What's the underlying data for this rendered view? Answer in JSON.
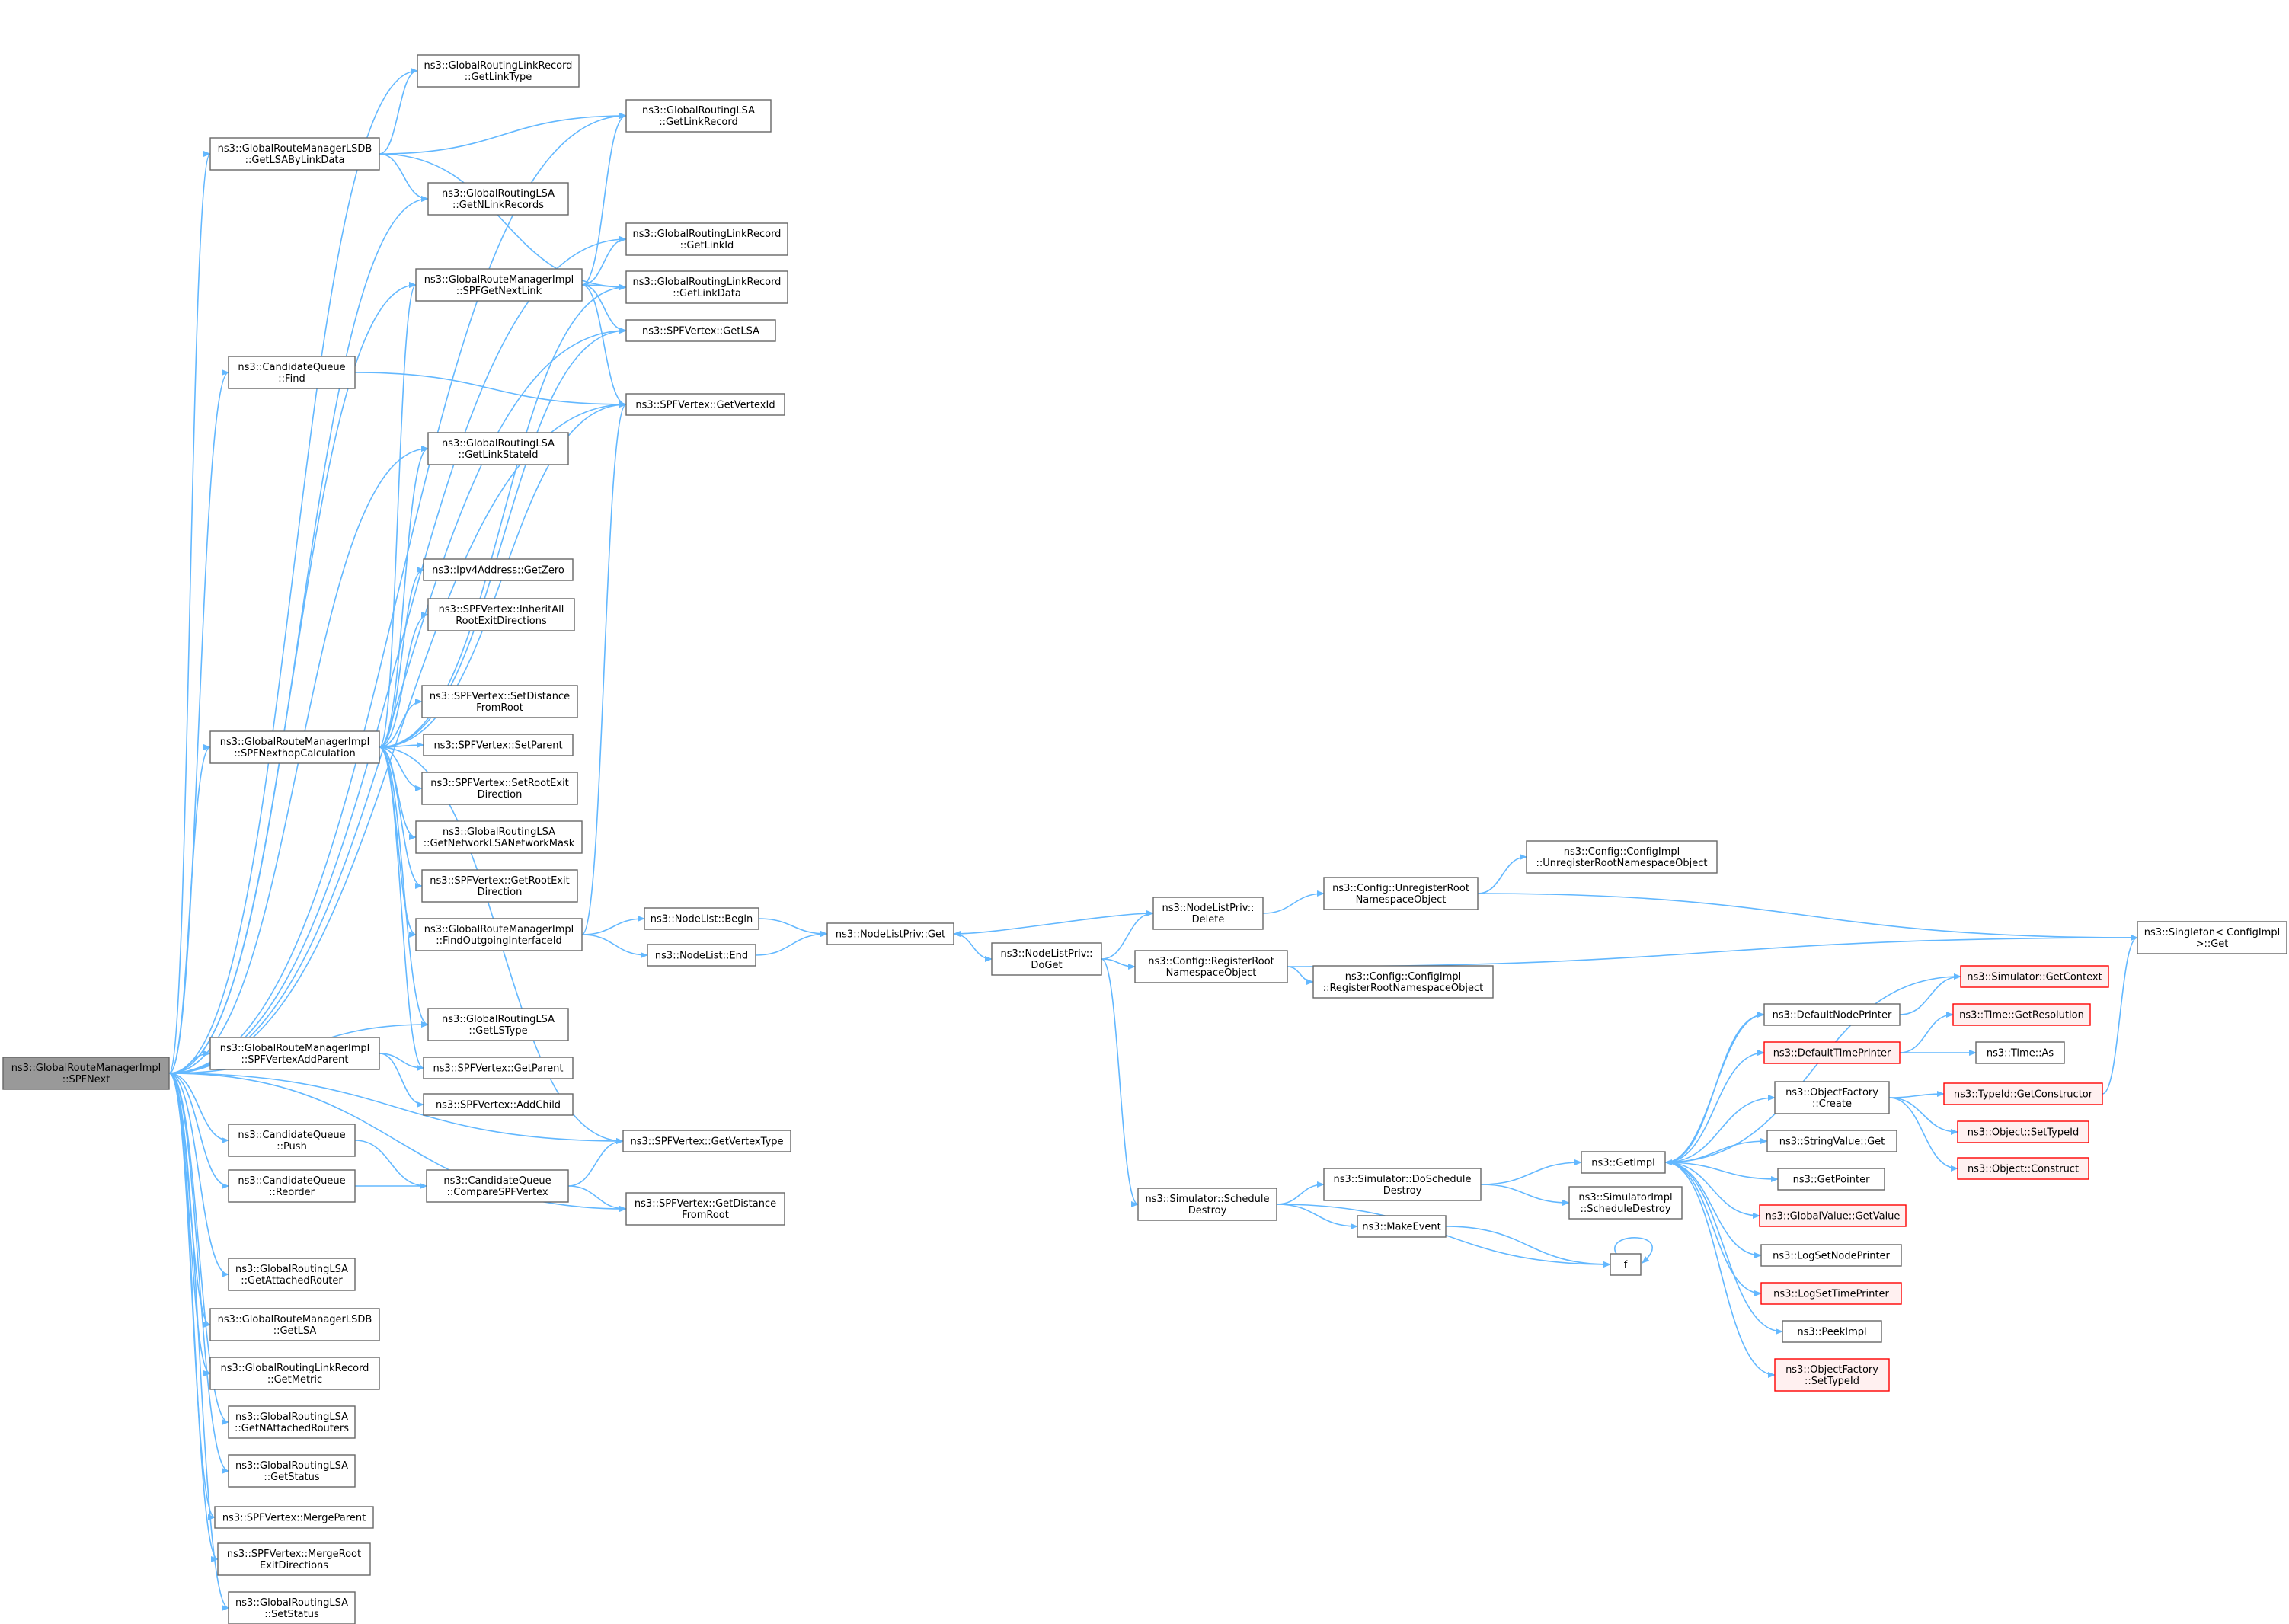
{
  "graph": {
    "colors": {
      "edge": "#63b8ff",
      "node_border": "#666666",
      "root_fill": "#999999",
      "truncated_border": "#ff0000",
      "truncated_fill": "#fff0f0"
    },
    "nodes": [
      {
        "id": "root",
        "lines": [
          "ns3::GlobalRouteManagerImpl",
          "::SPFNext"
        ],
        "style": "root"
      },
      {
        "id": "getLSAByLinkData",
        "lines": [
          "ns3::GlobalRouteManagerLSDB",
          "::GetLSAByLinkData"
        ]
      },
      {
        "id": "lr_getLinkType",
        "lines": [
          "ns3::GlobalRoutingLinkRecord",
          "::GetLinkType"
        ]
      },
      {
        "id": "lsa_getLinkRecord",
        "lines": [
          "ns3::GlobalRoutingLSA",
          "::GetLinkRecord"
        ]
      },
      {
        "id": "lsa_getNLinkRecords",
        "lines": [
          "ns3::GlobalRoutingLSA",
          "::GetNLinkRecords"
        ]
      },
      {
        "id": "lr_getLinkId",
        "lines": [
          "ns3::GlobalRoutingLinkRecord",
          "::GetLinkId"
        ]
      },
      {
        "id": "spfGetNextLink",
        "lines": [
          "ns3::GlobalRouteManagerImpl",
          "::SPFGetNextLink"
        ]
      },
      {
        "id": "lr_getLinkData",
        "lines": [
          "ns3::GlobalRoutingLinkRecord",
          "::GetLinkData"
        ]
      },
      {
        "id": "v_getLSA",
        "lines": [
          "ns3::SPFVertex::GetLSA"
        ]
      },
      {
        "id": "cq_find",
        "lines": [
          "ns3::CandidateQueue",
          "::Find"
        ]
      },
      {
        "id": "v_getVertexId",
        "lines": [
          "ns3::SPFVertex::GetVertexId"
        ]
      },
      {
        "id": "lsa_getLinkStateId",
        "lines": [
          "ns3::GlobalRoutingLSA",
          "::GetLinkStateId"
        ]
      },
      {
        "id": "ipv4_getZero",
        "lines": [
          "ns3::Ipv4Address::GetZero"
        ]
      },
      {
        "id": "v_inheritAll",
        "lines": [
          "ns3::SPFVertex::InheritAll",
          "RootExitDirections"
        ]
      },
      {
        "id": "v_setDistance",
        "lines": [
          "ns3::SPFVertex::SetDistance",
          "FromRoot"
        ]
      },
      {
        "id": "nexthop",
        "lines": [
          "ns3::GlobalRouteManagerImpl",
          "::SPFNexthopCalculation"
        ]
      },
      {
        "id": "v_setParent",
        "lines": [
          "ns3::SPFVertex::SetParent"
        ]
      },
      {
        "id": "v_setRootExit",
        "lines": [
          "ns3::SPFVertex::SetRootExit",
          "Direction"
        ]
      },
      {
        "id": "lsa_getNetMask",
        "lines": [
          "ns3::GlobalRoutingLSA",
          "::GetNetworkLSANetworkMask"
        ]
      },
      {
        "id": "v_getRootExit",
        "lines": [
          "ns3::SPFVertex::GetRootExit",
          "Direction"
        ]
      },
      {
        "id": "findOutIf",
        "lines": [
          "ns3::GlobalRouteManagerImpl",
          "::FindOutgoingInterfaceId"
        ]
      },
      {
        "id": "nl_begin",
        "lines": [
          "ns3::NodeList::Begin"
        ]
      },
      {
        "id": "nl_end",
        "lines": [
          "ns3::NodeList::End"
        ]
      },
      {
        "id": "nlp_get",
        "lines": [
          "ns3::NodeListPriv::Get"
        ]
      },
      {
        "id": "nlp_delete",
        "lines": [
          "ns3::NodeListPriv::",
          "Delete"
        ]
      },
      {
        "id": "nlp_doGet",
        "lines": [
          "ns3::NodeListPriv::",
          "DoGet"
        ]
      },
      {
        "id": "cfg_unreg",
        "lines": [
          "ns3::Config::UnregisterRoot",
          "NamespaceObject"
        ]
      },
      {
        "id": "cfgimpl_unreg",
        "lines": [
          "ns3::Config::ConfigImpl",
          "::UnregisterRootNamespaceObject"
        ]
      },
      {
        "id": "singleton_get",
        "lines": [
          "ns3::Singleton< ConfigImpl",
          ">::Get"
        ]
      },
      {
        "id": "cfg_reg",
        "lines": [
          "ns3::Config::RegisterRoot",
          "NamespaceObject"
        ]
      },
      {
        "id": "cfgimpl_reg",
        "lines": [
          "ns3::Config::ConfigImpl",
          "::RegisterRootNamespaceObject"
        ]
      },
      {
        "id": "lsa_getLSType",
        "lines": [
          "ns3::GlobalRoutingLSA",
          "::GetLSType"
        ]
      },
      {
        "id": "addParent",
        "lines": [
          "ns3::GlobalRouteManagerImpl",
          "::SPFVertexAddParent"
        ]
      },
      {
        "id": "v_getParent",
        "lines": [
          "ns3::SPFVertex::GetParent"
        ]
      },
      {
        "id": "v_addChild",
        "lines": [
          "ns3::SPFVertex::AddChild"
        ]
      },
      {
        "id": "cq_push",
        "lines": [
          "ns3::CandidateQueue",
          "::Push"
        ]
      },
      {
        "id": "v_getVertexType",
        "lines": [
          "ns3::SPFVertex::GetVertexType"
        ]
      },
      {
        "id": "cq_reorder",
        "lines": [
          "ns3::CandidateQueue",
          "::Reorder"
        ]
      },
      {
        "id": "cq_compare",
        "lines": [
          "ns3::CandidateQueue",
          "::CompareSPFVertex"
        ]
      },
      {
        "id": "v_getDistance",
        "lines": [
          "ns3::SPFVertex::GetDistance",
          "FromRoot"
        ]
      },
      {
        "id": "sim_schedDestroy",
        "lines": [
          "ns3::Simulator::Schedule",
          "Destroy"
        ]
      },
      {
        "id": "sim_doSchedDestroy",
        "lines": [
          "ns3::Simulator::DoSchedule",
          "Destroy"
        ]
      },
      {
        "id": "makeEvent",
        "lines": [
          "ns3::MakeEvent"
        ]
      },
      {
        "id": "f",
        "lines": [
          "f"
        ]
      },
      {
        "id": "getImpl",
        "lines": [
          "ns3::GetImpl"
        ]
      },
      {
        "id": "simimpl_schedDestroy",
        "lines": [
          "ns3::SimulatorImpl",
          "::ScheduleDestroy"
        ]
      },
      {
        "id": "defNodePrinter",
        "lines": [
          "ns3::DefaultNodePrinter"
        ]
      },
      {
        "id": "defTimePrinter",
        "lines": [
          "ns3::DefaultTimePrinter"
        ],
        "style": "trunc"
      },
      {
        "id": "sim_getContext",
        "lines": [
          "ns3::Simulator::GetContext"
        ],
        "style": "trunc"
      },
      {
        "id": "time_getRes",
        "lines": [
          "ns3::Time::GetResolution"
        ],
        "style": "trunc"
      },
      {
        "id": "time_as",
        "lines": [
          "ns3::Time::As"
        ]
      },
      {
        "id": "objFactory_create",
        "lines": [
          "ns3::ObjectFactory",
          "::Create"
        ]
      },
      {
        "id": "typeid_getCtor",
        "lines": [
          "ns3::TypeId::GetConstructor"
        ],
        "style": "trunc"
      },
      {
        "id": "obj_setTypeId",
        "lines": [
          "ns3::Object::SetTypeId"
        ],
        "style": "trunc"
      },
      {
        "id": "obj_construct",
        "lines": [
          "ns3::Object::Construct"
        ],
        "style": "trunc"
      },
      {
        "id": "stringValue_get",
        "lines": [
          "ns3::StringValue::Get"
        ]
      },
      {
        "id": "getPointer",
        "lines": [
          "ns3::GetPointer"
        ]
      },
      {
        "id": "globalValue_getValue",
        "lines": [
          "ns3::GlobalValue::GetValue"
        ],
        "style": "trunc"
      },
      {
        "id": "logSetNodePrinter",
        "lines": [
          "ns3::LogSetNodePrinter"
        ]
      },
      {
        "id": "logSetTimePrinter",
        "lines": [
          "ns3::LogSetTimePrinter"
        ],
        "style": "trunc"
      },
      {
        "id": "peekImpl",
        "lines": [
          "ns3::PeekImpl"
        ]
      },
      {
        "id": "objFactory_setTypeId",
        "lines": [
          "ns3::ObjectFactory",
          "::SetTypeId"
        ],
        "style": "trunc"
      },
      {
        "id": "lsa_getAttachedRouter",
        "lines": [
          "ns3::GlobalRoutingLSA",
          "::GetAttachedRouter"
        ]
      },
      {
        "id": "lsdb_getLSA",
        "lines": [
          "ns3::GlobalRouteManagerLSDB",
          "::GetLSA"
        ]
      },
      {
        "id": "lr_getMetric",
        "lines": [
          "ns3::GlobalRoutingLinkRecord",
          "::GetMetric"
        ]
      },
      {
        "id": "lsa_getNAttached",
        "lines": [
          "ns3::GlobalRoutingLSA",
          "::GetNAttachedRouters"
        ]
      },
      {
        "id": "lsa_getStatus",
        "lines": [
          "ns3::GlobalRoutingLSA",
          "::GetStatus"
        ]
      },
      {
        "id": "v_mergeParent",
        "lines": [
          "ns3::SPFVertex::MergeParent"
        ]
      },
      {
        "id": "v_mergeRootExit",
        "lines": [
          "ns3::SPFVertex::MergeRoot",
          "ExitDirections"
        ]
      },
      {
        "id": "lsa_setStatus",
        "lines": [
          "ns3::GlobalRoutingLSA",
          "::SetStatus"
        ]
      }
    ]
  }
}
